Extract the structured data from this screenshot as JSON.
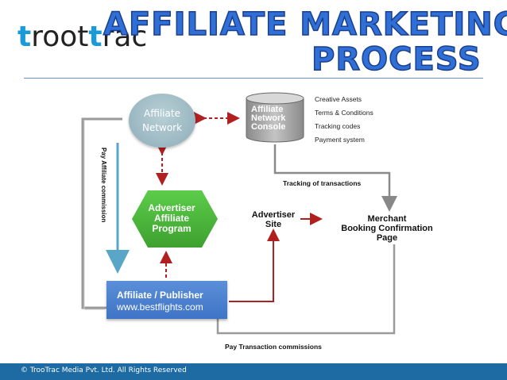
{
  "header": {
    "logo_part1": "t",
    "logo_part2": "root",
    "logo_part3": "t",
    "logo_part4": "rac",
    "title_line1": "Affiliate Marketing",
    "title_line2": "Process"
  },
  "diagram": {
    "affiliate_network_line1": "Affiliate",
    "affiliate_network_line2": "Network",
    "console_line1": "Affiliate",
    "console_line2": "Network",
    "console_line3": "Console",
    "assets": [
      "Creative Assets",
      "Terms & Conditions",
      "Tracking codes",
      "Payment system"
    ],
    "advertiser_program_line1": "Advertiser",
    "advertiser_program_line2": "Affiliate",
    "advertiser_program_line3": "Program",
    "publisher_title": "Affiliate / Publisher",
    "publisher_url": "www.bestflights.com",
    "advertiser_site_line1": "Advertiser",
    "advertiser_site_line2": "Site",
    "merchant_line1": "Merchant",
    "merchant_line2": "Booking Confirmation",
    "merchant_line3": "Page",
    "tracking_label": "Tracking of transactions",
    "pay_commissions_label": "Pay Transaction commissions",
    "pay_affiliate_label": "Pay Affiliate commission"
  },
  "footer": {
    "copyright": "© TrooTrac Media Pvt. Ltd. All Rights Reserved"
  },
  "colors": {
    "title_fill": "#2f6fd6",
    "accent_blue": "#1e6aa3",
    "arrow_red": "#b02020",
    "hexagon_green": "#4cbb3c",
    "publisher_blue": "#4a80cf"
  }
}
